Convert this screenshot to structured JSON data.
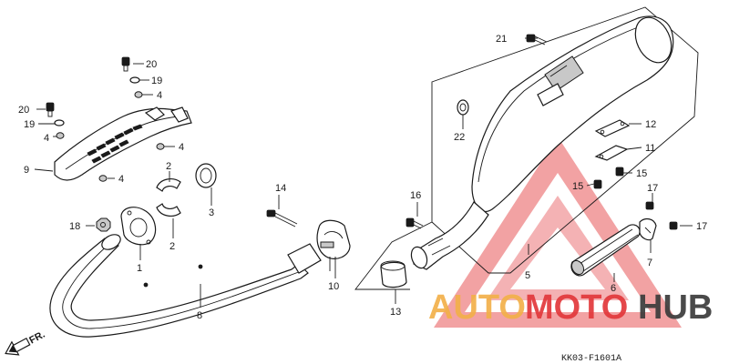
{
  "diagram": {
    "drawing_code": "KK03-F1601A",
    "direction_label": "FR.",
    "watermark": {
      "text_orange": "AUTO",
      "text_red": "MOTO",
      "text_dark": "HUB",
      "colors": {
        "orange": "#f2b04a",
        "red": "#e2383b",
        "dark": "#3b3b3b"
      }
    },
    "parts": [
      {
        "id": "shield",
        "name": "heat-shield",
        "callout": "9"
      },
      {
        "id": "clip_shield_a",
        "name": "shield-clip",
        "callout": "4"
      },
      {
        "id": "clip_shield_b",
        "name": "shield-clip",
        "callout": "4"
      },
      {
        "id": "clip_shield_c",
        "name": "shield-clip",
        "callout": "4"
      },
      {
        "id": "clip_shield_d",
        "name": "shield-clip",
        "callout": "4"
      },
      {
        "id": "bolt_20_a",
        "name": "bolt",
        "callout": "20"
      },
      {
        "id": "bolt_20_b",
        "name": "bolt",
        "callout": "20"
      },
      {
        "id": "washer_19_a",
        "name": "washer",
        "callout": "19"
      },
      {
        "id": "washer_19_b",
        "name": "washer",
        "callout": "19"
      },
      {
        "id": "cotters",
        "name": "cotter-halves",
        "callout": "2"
      },
      {
        "id": "gasket",
        "name": "exhaust-gasket",
        "callout": "3"
      },
      {
        "id": "flange",
        "name": "exhaust-flange",
        "callout": "1"
      },
      {
        "id": "nut_18",
        "name": "flange-nut",
        "callout": "18"
      },
      {
        "id": "pipe",
        "name": "exhaust-pipe",
        "callout": "8"
      },
      {
        "id": "bolt_14",
        "name": "bolt",
        "callout": "14"
      },
      {
        "id": "clamp",
        "name": "pipe-clamp",
        "callout": "10"
      },
      {
        "id": "gasket_13",
        "name": "joint-gasket",
        "callout": "13"
      },
      {
        "id": "bolt_16",
        "name": "bolt",
        "callout": "16"
      },
      {
        "id": "muffler",
        "name": "muffler",
        "callout": "5"
      },
      {
        "id": "bolt_21",
        "name": "bolt",
        "callout": "21"
      },
      {
        "id": "collar_22",
        "name": "collar",
        "callout": "22"
      },
      {
        "id": "band_12",
        "name": "band",
        "callout": "12"
      },
      {
        "id": "band_11",
        "name": "band",
        "callout": "11"
      },
      {
        "id": "bolt_15_a",
        "name": "bolt",
        "callout": "15"
      },
      {
        "id": "bolt_15_b",
        "name": "bolt",
        "callout": "15"
      },
      {
        "id": "arrester",
        "name": "spark-arrester",
        "callout": "6"
      },
      {
        "id": "clip_7",
        "name": "arrester-clip",
        "callout": "7"
      },
      {
        "id": "bolt_17_a",
        "name": "bolt",
        "callout": "17"
      },
      {
        "id": "bolt_17_b",
        "name": "bolt",
        "callout": "17"
      }
    ]
  }
}
